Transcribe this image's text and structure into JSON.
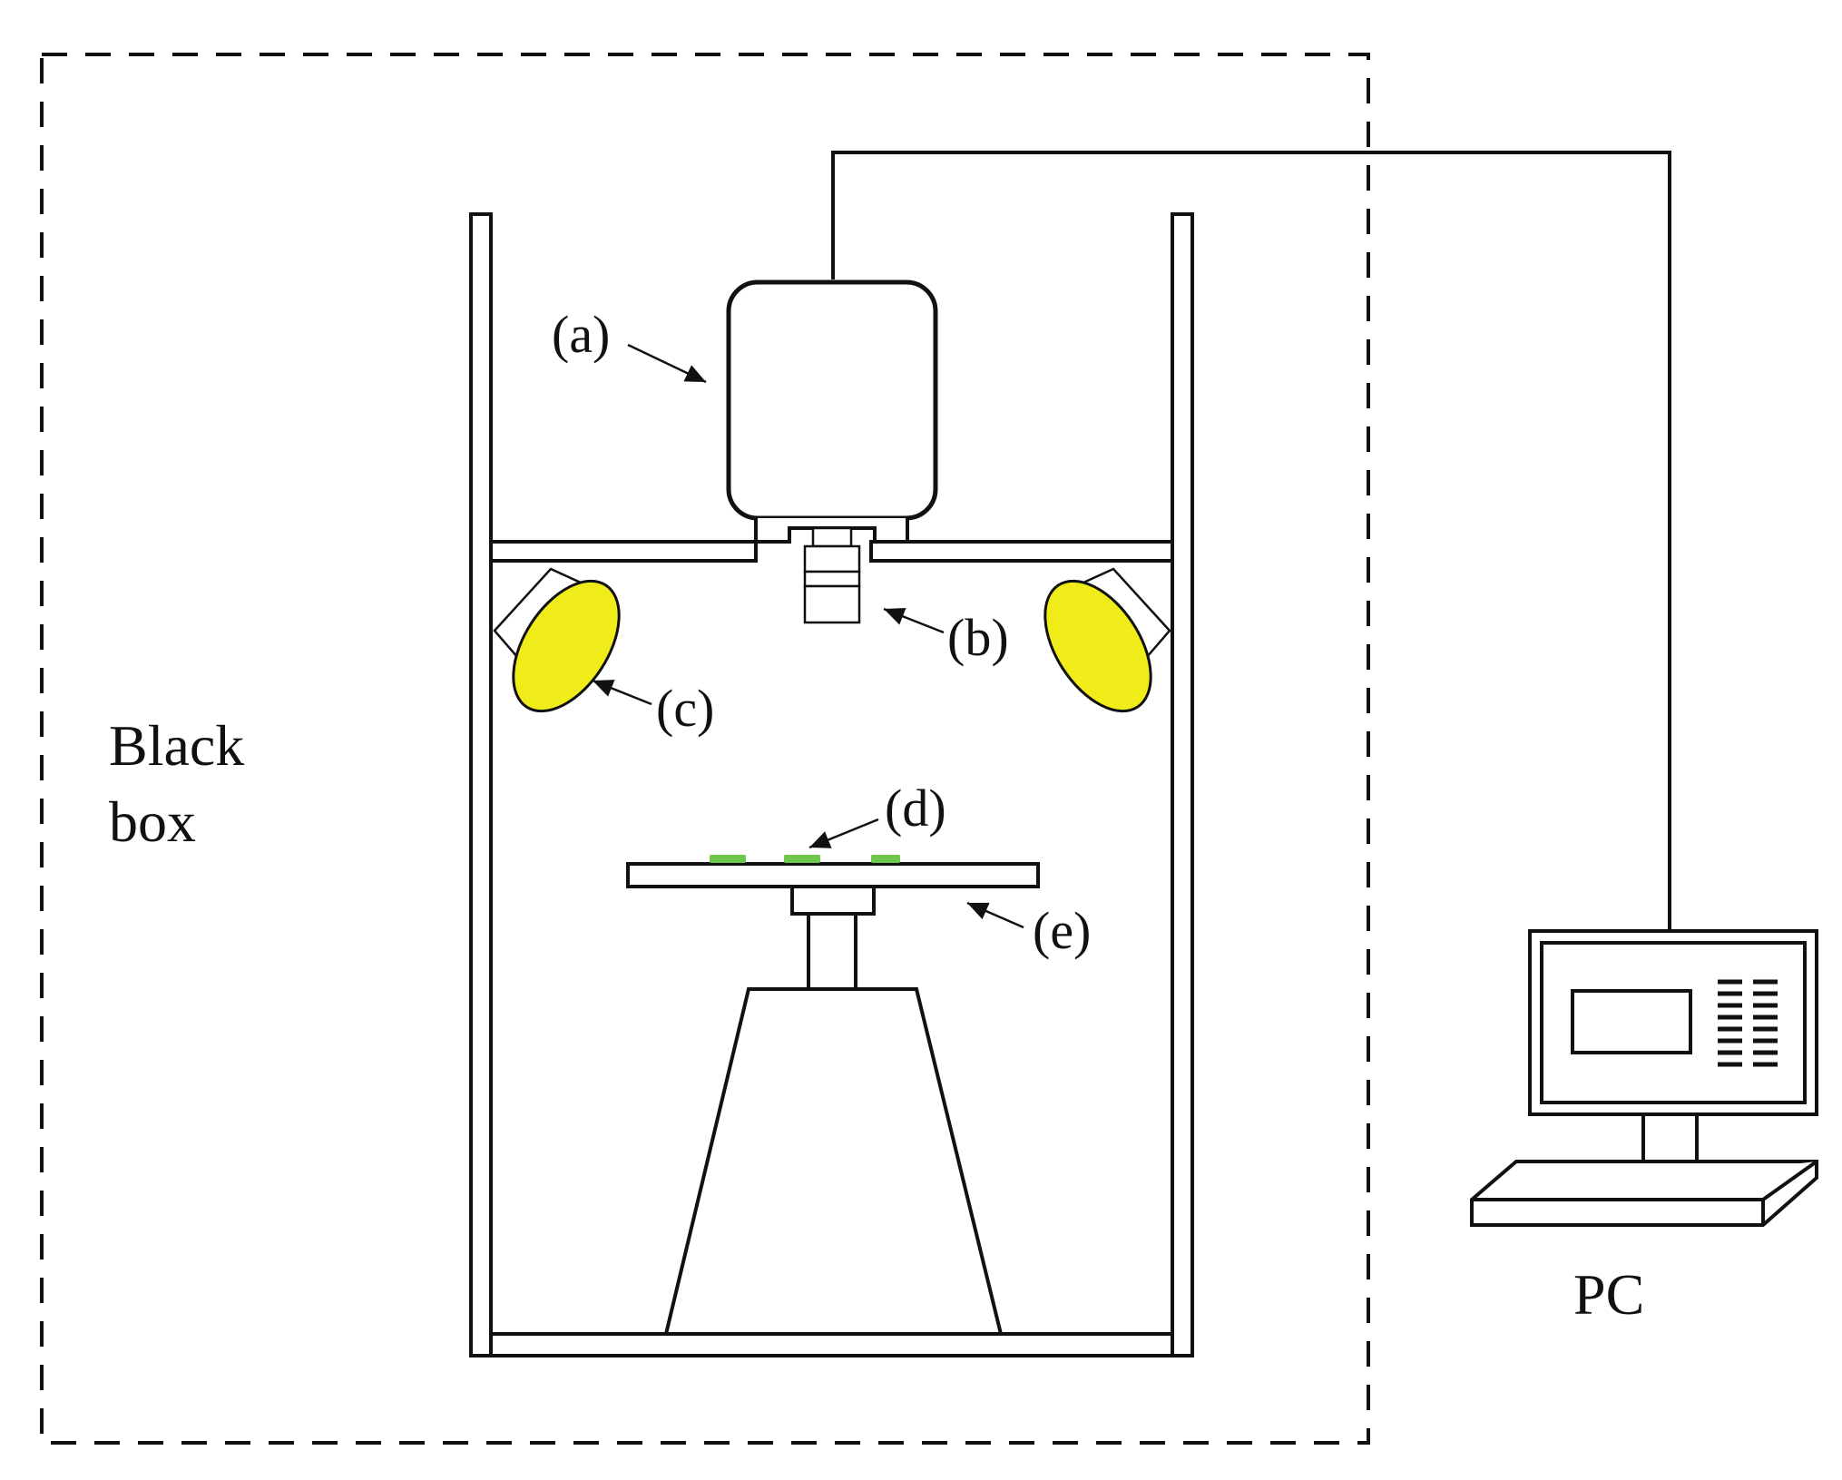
{
  "labels": {
    "black_box": [
      "Black",
      "box"
    ],
    "pc": "PC",
    "a": "(a)",
    "b": "(b)",
    "c": "(c)",
    "d": "(d)",
    "e": "(e)"
  },
  "colors": {
    "stroke": "#111111",
    "lamp_fill": "#f0ec1a",
    "sample_fill": "#6cc74a",
    "background": "#ffffff"
  },
  "icons": {
    "camera": "camera-body-icon",
    "lens": "lens-icon",
    "lamp": "lamp-icon",
    "computer": "computer-icon"
  }
}
